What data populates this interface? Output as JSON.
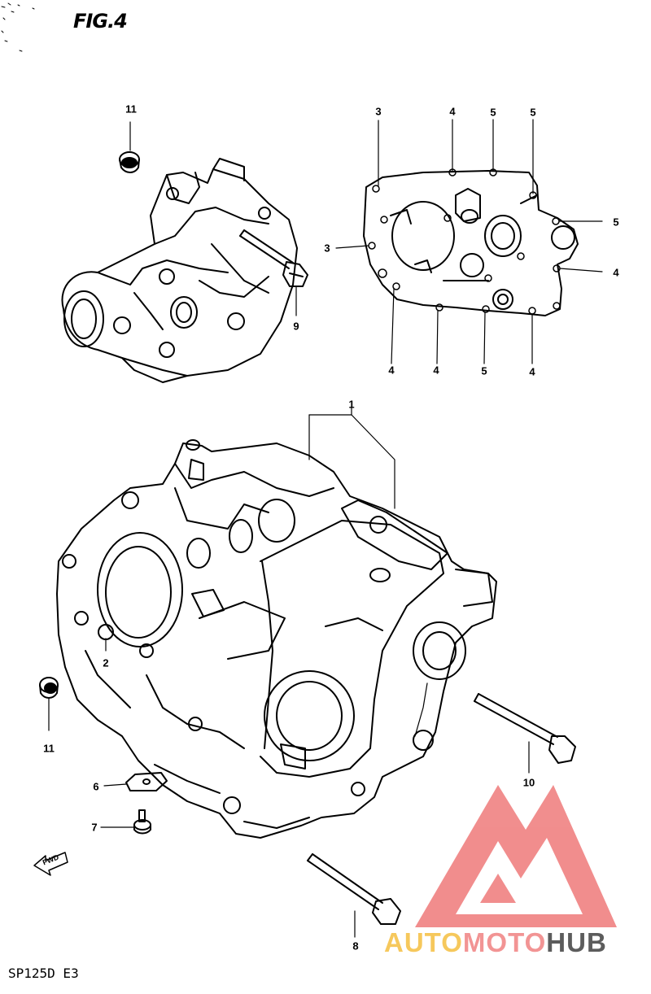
{
  "title": "FIG.4",
  "model_code": "SP125D E3",
  "watermark": {
    "part1": "AUTO",
    "part2": "MOTO",
    "part3": "HUB",
    "colors": {
      "auto": "#f6c85c",
      "moto": "#f29494",
      "hub": "#5c5c5c",
      "logo": "#ef7a7a"
    }
  },
  "fwd_label": "FWD",
  "callouts": [
    "11",
    "9",
    "3",
    "4",
    "5",
    "5",
    "5",
    "3",
    "4",
    "4",
    "4",
    "5",
    "4",
    "1",
    "2",
    "11",
    "6",
    "7",
    "10",
    "8"
  ]
}
